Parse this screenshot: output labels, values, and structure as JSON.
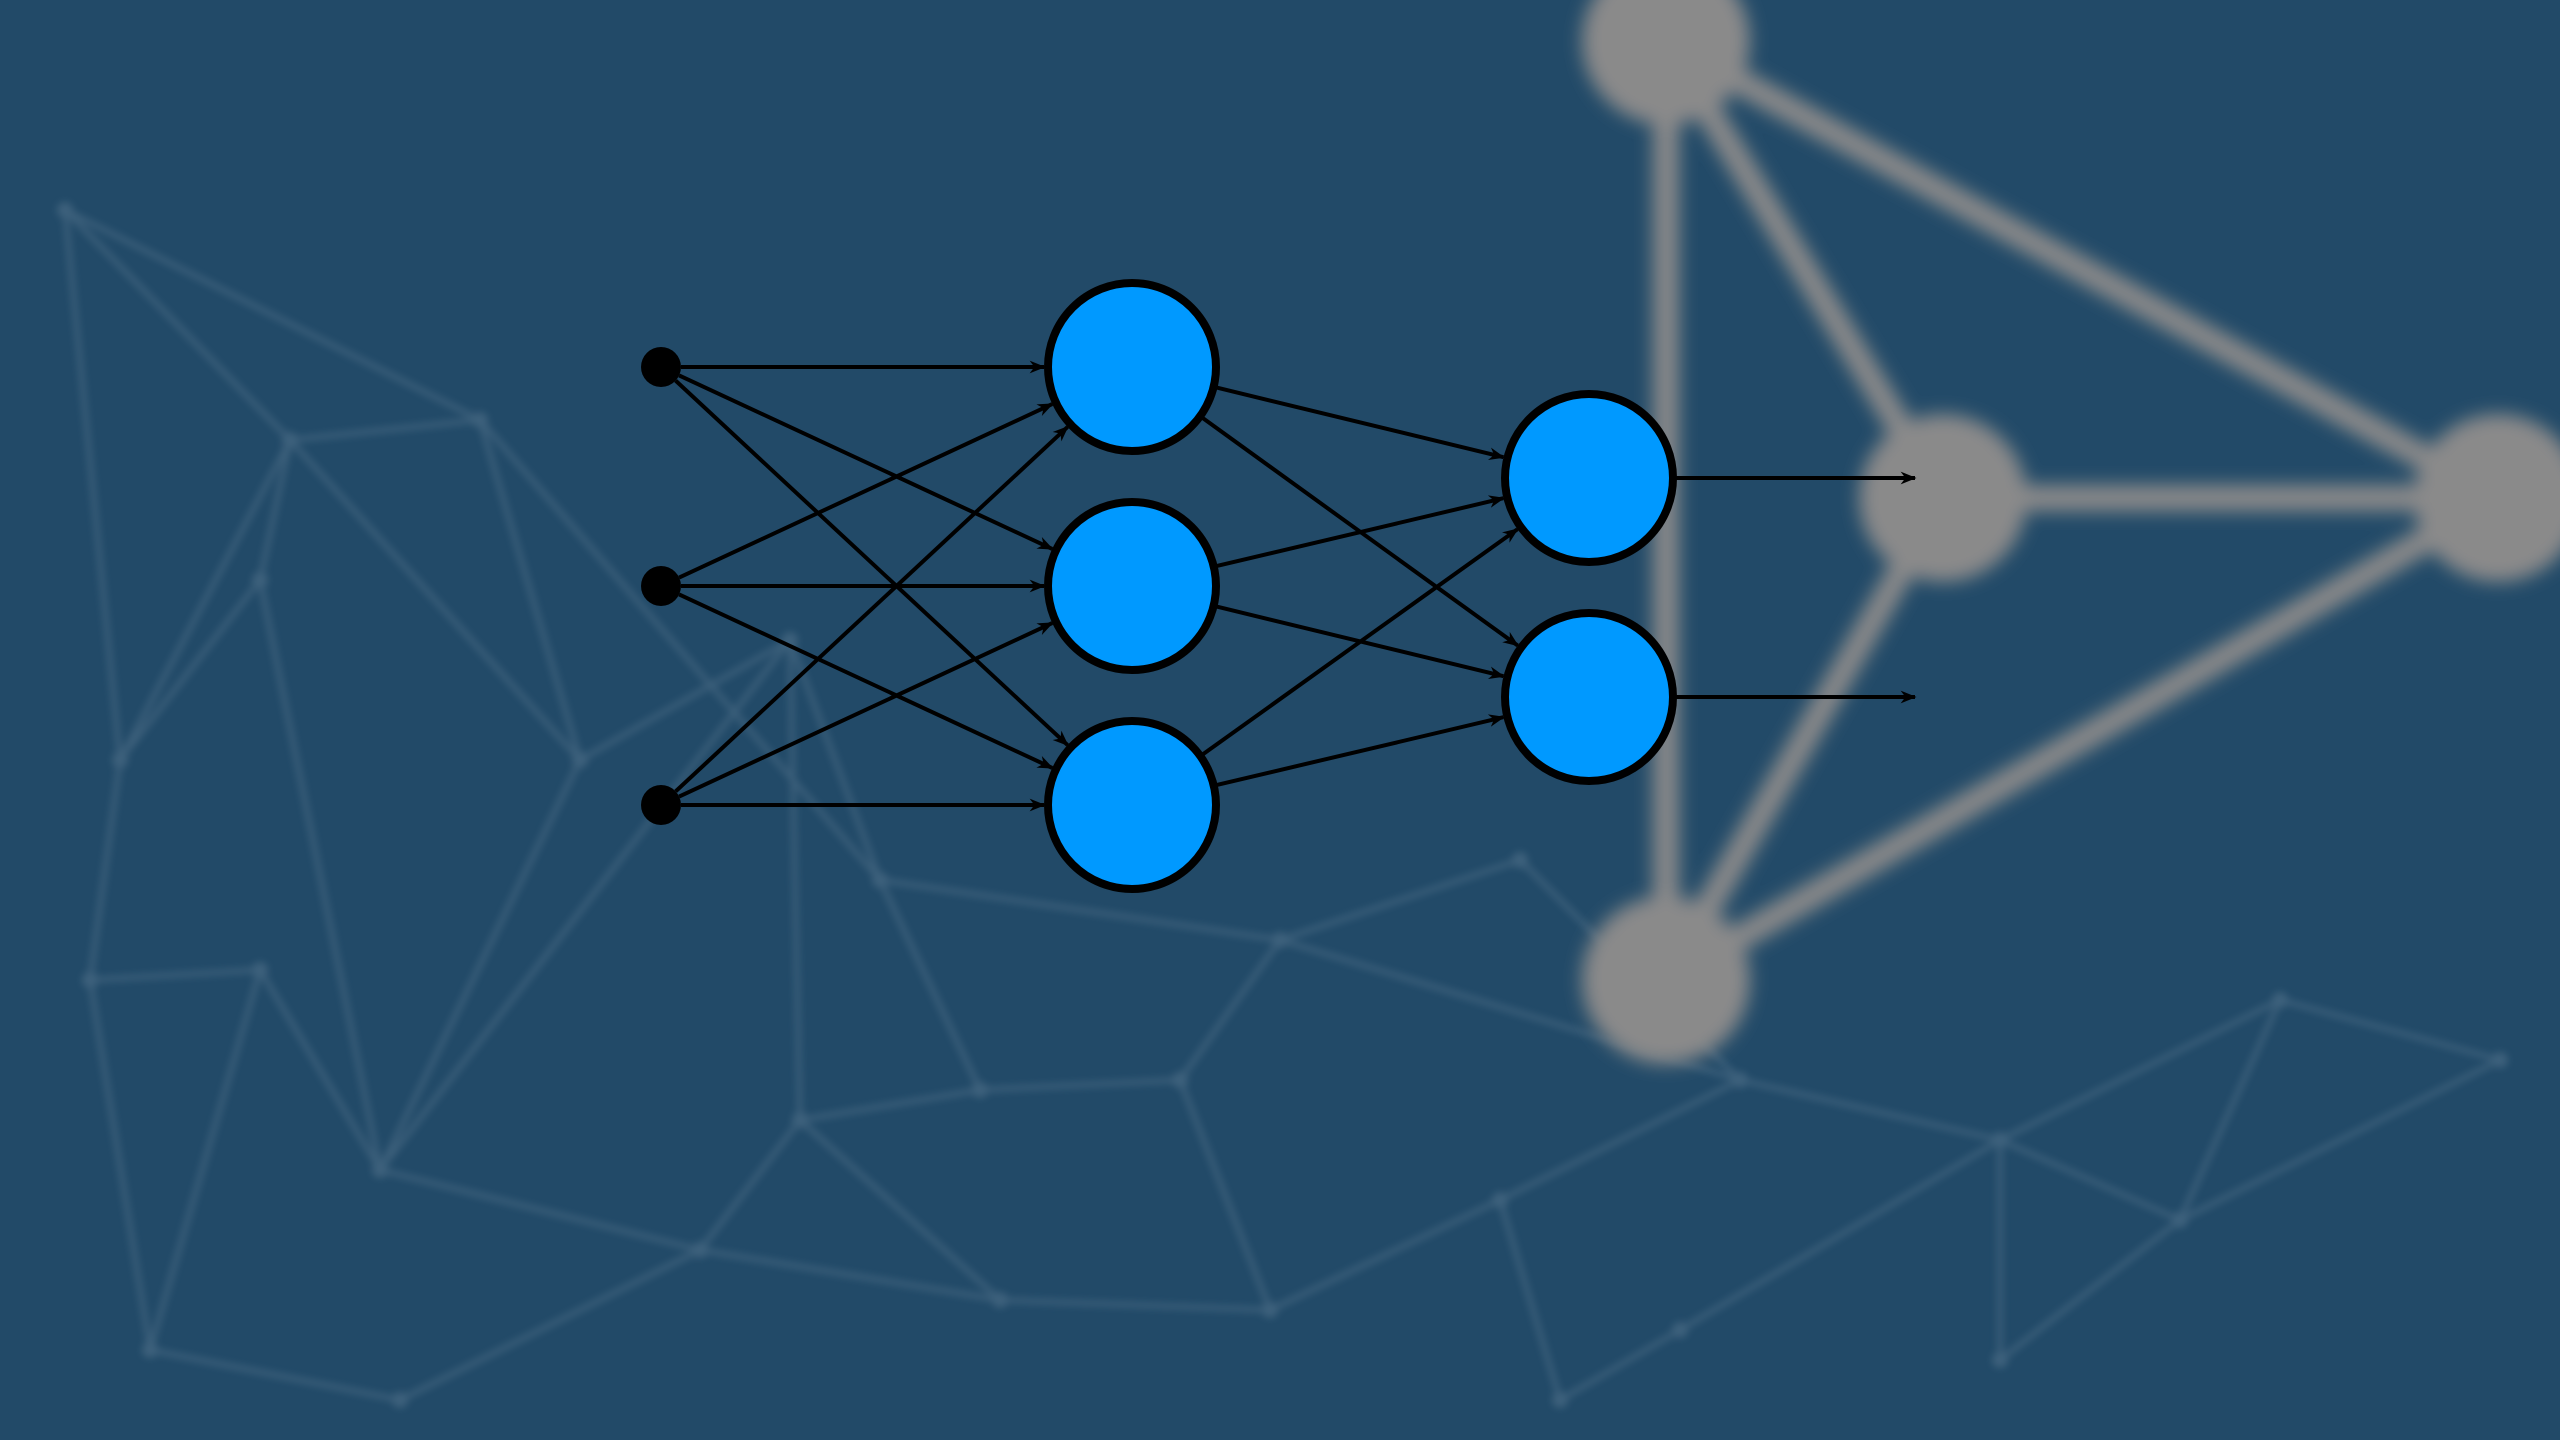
{
  "colors": {
    "background": "#224a68",
    "neuron_fill": "#0099ff",
    "neuron_stroke": "#000000",
    "edge": "#000000",
    "background_graph": "#8a8a8a",
    "background_mesh": "#5f7d94"
  },
  "network": {
    "layers": [
      {
        "name": "input",
        "size": 3,
        "style": "dot"
      },
      {
        "name": "hidden",
        "size": 3,
        "style": "circle"
      },
      {
        "name": "output",
        "size": 2,
        "style": "circle"
      }
    ],
    "fully_connected": true,
    "output_arrows": 2
  },
  "background_graph": {
    "nodes": 4,
    "edges": [
      [
        0,
        1
      ],
      [
        0,
        2
      ],
      [
        0,
        3
      ],
      [
        1,
        2
      ],
      [
        1,
        3
      ],
      [
        3,
        2
      ]
    ]
  }
}
